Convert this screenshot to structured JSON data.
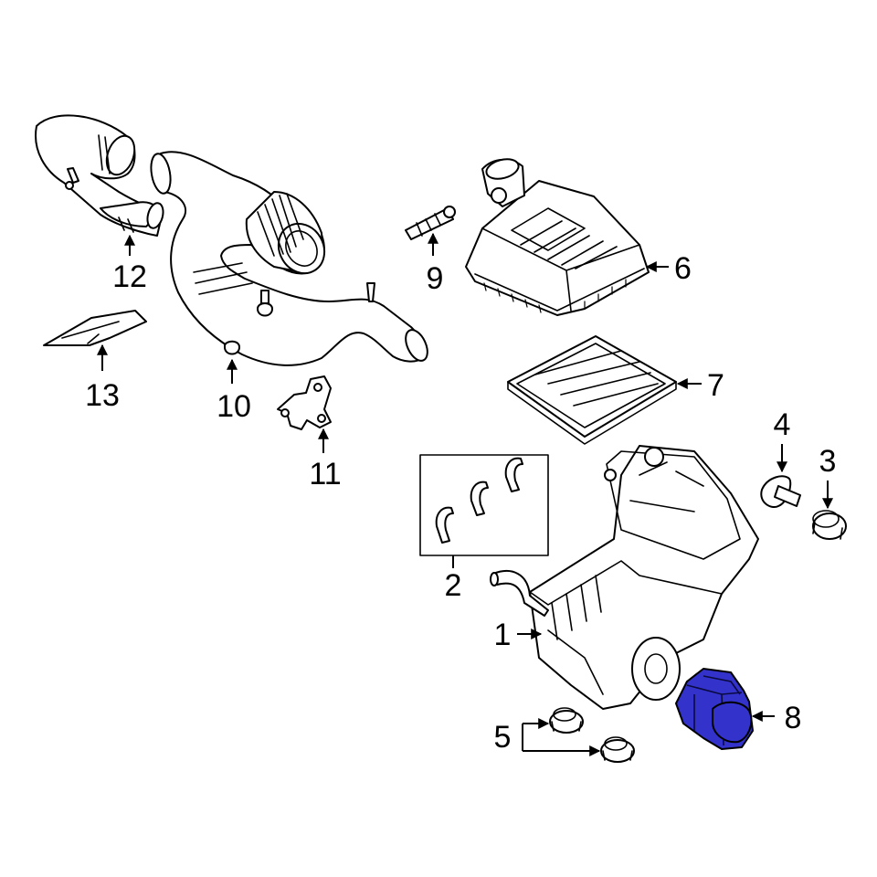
{
  "diagram": {
    "colors": {
      "line": "#000000",
      "background": "#ffffff",
      "highlight": "#3333cc"
    },
    "callouts": [
      {
        "id": "1",
        "label": "1"
      },
      {
        "id": "2",
        "label": "2"
      },
      {
        "id": "3",
        "label": "3"
      },
      {
        "id": "4",
        "label": "4"
      },
      {
        "id": "5",
        "label": "5"
      },
      {
        "id": "6",
        "label": "6"
      },
      {
        "id": "7",
        "label": "7"
      },
      {
        "id": "8",
        "label": "8",
        "highlighted": true
      },
      {
        "id": "9",
        "label": "9"
      },
      {
        "id": "10",
        "label": "10"
      },
      {
        "id": "11",
        "label": "11"
      },
      {
        "id": "12",
        "label": "12"
      },
      {
        "id": "13",
        "label": "13"
      }
    ]
  }
}
